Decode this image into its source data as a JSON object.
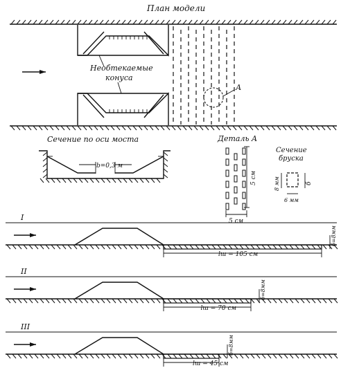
{
  "title": "План модели",
  "cones_label": [
    "Необтекаемые",
    "конуса"
  ],
  "detail_marker": "А",
  "section_title": "Сечение по оси моста",
  "section_width": "b=0,3 м",
  "detail_title": "Деталь А",
  "detail_dim_vertical": "5 см",
  "detail_dim_horizontal": "5 см",
  "bar_section_title": [
    "Сечение",
    "бруска"
  ],
  "bar_dim_vertical": "8 мм",
  "bar_dim_horizontal": "6 мм",
  "bar_dim_side": "б",
  "cases": [
    {
      "roman": "I",
      "depth": "б=8мм",
      "length": "lш = 105 см"
    },
    {
      "roman": "II",
      "depth": "б=8мм",
      "length": "lш = 70 см"
    },
    {
      "roman": "III",
      "depth": "б=8мм",
      "length": "lш = 45 см"
    }
  ]
}
